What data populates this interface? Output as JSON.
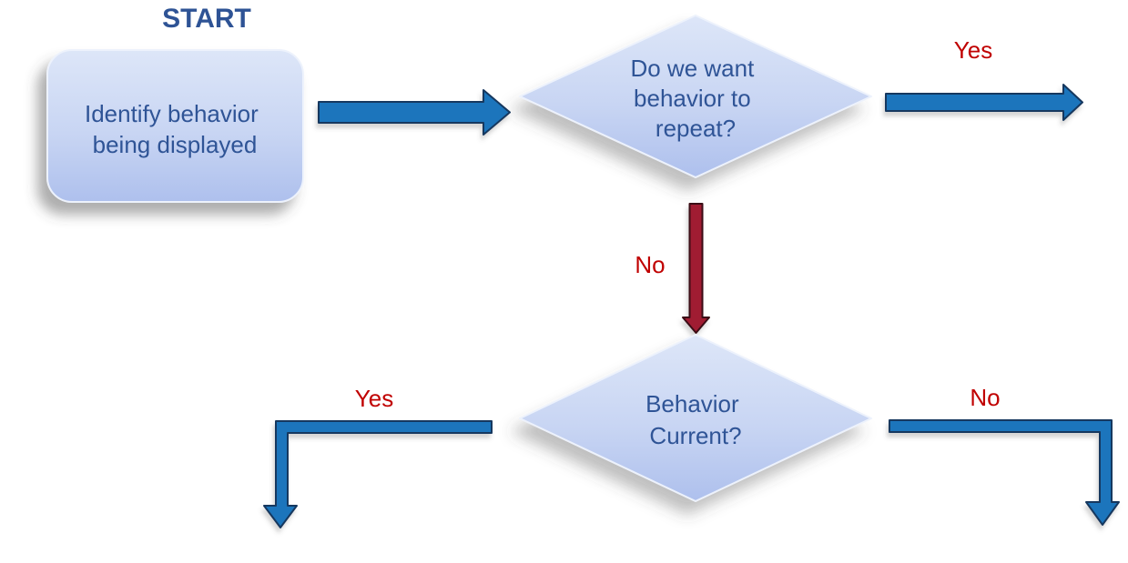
{
  "colors": {
    "background": "#FFFFFF",
    "shape_fill_top": "#DDE6F8",
    "shape_fill_bottom": "#AEC0ED",
    "shape_text_blue": "#2F5496",
    "start_text_blue": "#2E5395",
    "arrow_blue": "#1B75BC",
    "arrow_blue_outline": "#17375E",
    "arrow_red": "#A01A33",
    "arrow_red_outline": "#3B0A12",
    "edge_label_red": "#C00000"
  },
  "flowchart": {
    "start_label": "START",
    "process1": {
      "lines": [
        "Identify behavior",
        "being displayed"
      ]
    },
    "decision1": {
      "lines": [
        "Do we want",
        "behavior to",
        "repeat?"
      ]
    },
    "decision2": {
      "lines": [
        "Behavior",
        "Current?"
      ]
    },
    "labels": {
      "decision1_yes": "Yes",
      "decision1_no": "No",
      "decision2_yes": "Yes",
      "decision2_no": "No"
    }
  }
}
